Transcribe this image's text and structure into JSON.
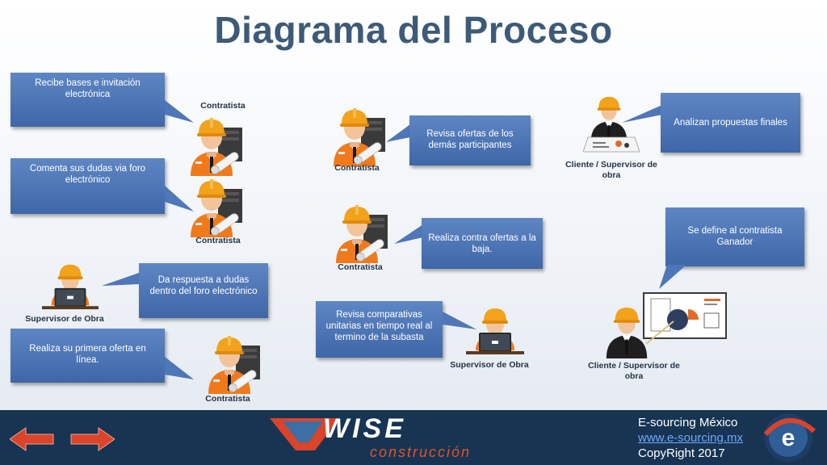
{
  "title": "Diagrama del Proceso",
  "steps": [
    {
      "callout": "Recibe bases e invitación electrónica",
      "role": "Contratista"
    },
    {
      "callout": "Comenta sus dudas via foro electrónico",
      "role": "Contratista"
    },
    {
      "callout": "Da respuesta a dudas dentro del foro electrónico",
      "role": "Supervisor de Obra"
    },
    {
      "callout": "Realiza su primera oferta en línea.",
      "role": "Contratista"
    },
    {
      "callout": "Revisa ofertas de los demás participantes",
      "role": "Contratista"
    },
    {
      "callout": "Realiza contra ofertas a la baja.",
      "role": "Contratista"
    },
    {
      "callout": "Revisa comparativas unitarias en tiempo real al termino de la subasta",
      "role": "Supervisor de Obra"
    },
    {
      "callout": "Analizan propuestas finales",
      "role": "Cliente / Supervisor de obra"
    },
    {
      "callout": "Se define al contratista Ganador",
      "role": "Cliente / Supervisor de obra"
    }
  ],
  "footer": {
    "logo_main": "WISE",
    "logo_sub": "construcción",
    "company": "E-sourcing México",
    "website": "www.e-sourcing.mx",
    "copyright": "CopyRight 2017",
    "colors": {
      "bar": "#173452",
      "arrow": "#d9442a",
      "link": "#6fa8ff"
    }
  },
  "colors": {
    "callout": "#4f76b8",
    "title": "#3d5a78",
    "helmet": "#f2a21b",
    "vest": "#f07a1a"
  }
}
